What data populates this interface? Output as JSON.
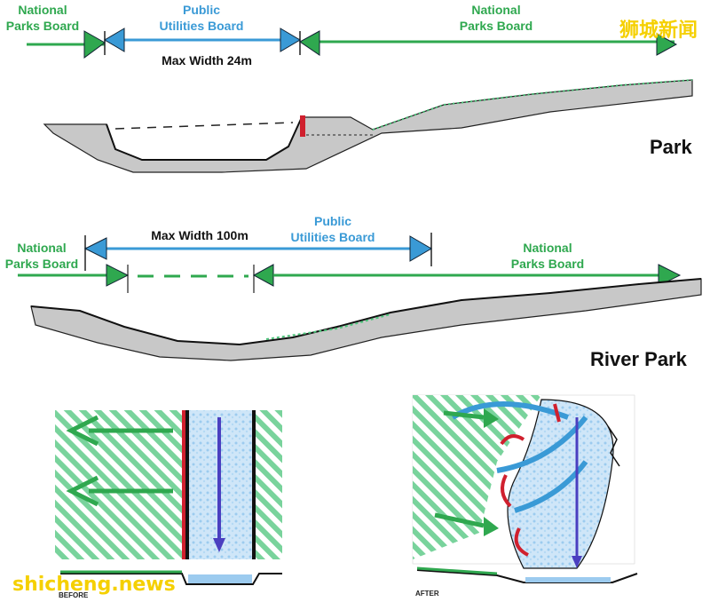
{
  "park_section": {
    "left_label": "National\nParks Board",
    "center_label": "Public\nUtilities Board",
    "right_label": "National\nParks Board",
    "width_label": "Max Width 24m",
    "title": "Park"
  },
  "river_park_section": {
    "left_label": "National\nParks Board",
    "center_label": "Public\nUtilities Board",
    "right_label": "National\nParks Board",
    "width_label": "Max Width 100m",
    "title": "River Park"
  },
  "before_label": "BEFORE",
  "after_label": "AFTER",
  "watermark_cn": "狮城新闻",
  "watermark_en": "shicheng.news",
  "colors": {
    "green": "#2fa84f",
    "blue": "#3a9ad6",
    "red": "#d0202e",
    "purple": "#4a3fc0"
  }
}
